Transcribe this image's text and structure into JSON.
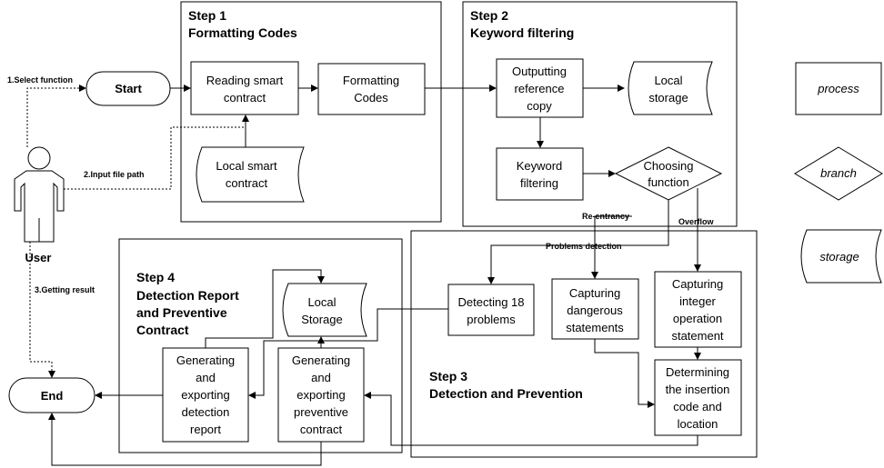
{
  "steps": {
    "step1": {
      "num": "Step 1",
      "title": "Formatting Codes"
    },
    "step2": {
      "num": "Step 2",
      "title": "Keyword filtering"
    },
    "step3": {
      "num": "Step 3",
      "title": "Detection and Prevention"
    },
    "step4": {
      "num": "Step 4",
      "lines": [
        "Detection Report",
        "and Preventive",
        "Contract"
      ]
    }
  },
  "nodes": {
    "start": "Start",
    "end": "End",
    "user": "User",
    "reading": [
      "Reading smart",
      "contract"
    ],
    "formatting": [
      "Formatting",
      "Codes"
    ],
    "local_smart": [
      "Local smart",
      "contract"
    ],
    "outputting": [
      "Outputting",
      "reference",
      "copy"
    ],
    "local_storage_top": [
      "Local",
      "storage"
    ],
    "keyword": [
      "Keyword",
      "filtering"
    ],
    "choosing": [
      "Choosing",
      "function"
    ],
    "detecting18": [
      "Detecting 18",
      "problems"
    ],
    "capturing_dangerous": [
      "Capturing",
      "dangerous",
      "statements"
    ],
    "capturing_integer": [
      "Capturing",
      "integer",
      "operation",
      "statement"
    ],
    "determining": [
      "Determining",
      "the insertion",
      "code and",
      "location"
    ],
    "local_storage_s4": [
      "Local",
      "Storage"
    ],
    "gen_report": [
      "Generating",
      "and",
      "exporting",
      "detection",
      "report"
    ],
    "gen_contract": [
      "Generating",
      "and",
      "exporting",
      "preventive",
      "contract"
    ]
  },
  "edge_labels": {
    "select": "1.Select function",
    "input": "2.Input file path",
    "result": "3.Getting result",
    "reentrancy": "Re-entrancy",
    "overflow": "Overflow",
    "problems": "Problems detection"
  },
  "legend": {
    "process": "process",
    "branch": "branch",
    "storage": "storage"
  }
}
